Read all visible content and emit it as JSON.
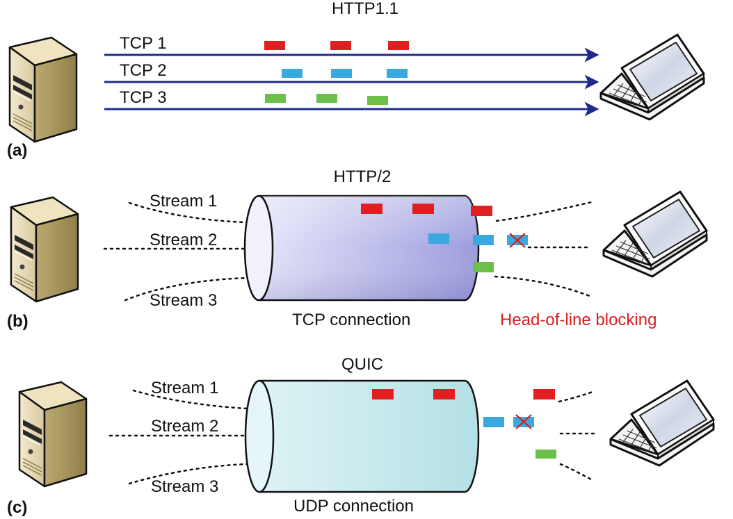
{
  "colors": {
    "red_packet": "#e02020",
    "blue_packet": "#3aa9e0",
    "green_packet": "#6cc04a",
    "arrow": "#1f2a8c",
    "warning_text": "#d42020",
    "tcp_pipe": "#b8b8ee",
    "udp_pipe": "#bfe6ea"
  },
  "icons": {
    "server": "server-tower-icon",
    "client": "laptop-icon",
    "lost_packet": "cross-icon"
  },
  "panel_a": {
    "panel_label": "(a)",
    "title": "HTTP1.1",
    "connections": [
      "TCP 1",
      "TCP 2",
      "TCP 3"
    ]
  },
  "panel_b": {
    "panel_label": "(b)",
    "title": "HTTP/2",
    "streams": [
      "Stream 1",
      "Stream 2",
      "Stream 3"
    ],
    "pipe_label": "TCP connection",
    "blocking_label": "Head-of-line blocking"
  },
  "panel_c": {
    "panel_label": "(c)",
    "title": "QUIC",
    "streams": [
      "Stream 1",
      "Stream 2",
      "Stream 3"
    ],
    "pipe_label": "UDP connection"
  }
}
